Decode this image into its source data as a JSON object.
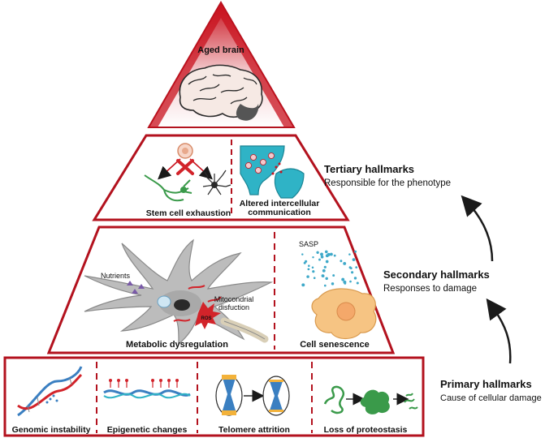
{
  "pyramid": {
    "apex_label": "Aged brain",
    "tertiary": {
      "left_label": "Stem cell exhaustion",
      "right_label_line1": "Altered intercellular",
      "right_label_line2": "communication"
    },
    "secondary": {
      "left_label": "Metabolic dysregulation",
      "right_label": "Cell senescence",
      "nutrients_label": "Nutrients",
      "mito_label_line1": "Mitocondrial",
      "mito_label_line2": "disfuction",
      "ros_label": "ROS",
      "sasp_label": "SASP"
    },
    "primary": {
      "labels": [
        "Genomic instability",
        "Epigenetic changes",
        "Telomere attrition",
        "Loss of proteostasis"
      ]
    }
  },
  "side_labels": {
    "tertiary": {
      "title": "Tertiary hallmarks",
      "subtitle": "Responsible for the phenotype"
    },
    "secondary": {
      "title": "Secondary hallmarks",
      "subtitle": "Responses to damage"
    },
    "primary": {
      "title": "Primary hallmarks",
      "subtitle": "Cause of cellular damage"
    }
  },
  "colors": {
    "frame": "#b3121e",
    "apex_fill": "#c8121e",
    "dna_blue": "#3a7fc1",
    "dna_red": "#d2232a",
    "synapse_teal": "#2fb3c6",
    "senescent_orange": "#f6c483",
    "protein_green": "#3a9a4a"
  }
}
